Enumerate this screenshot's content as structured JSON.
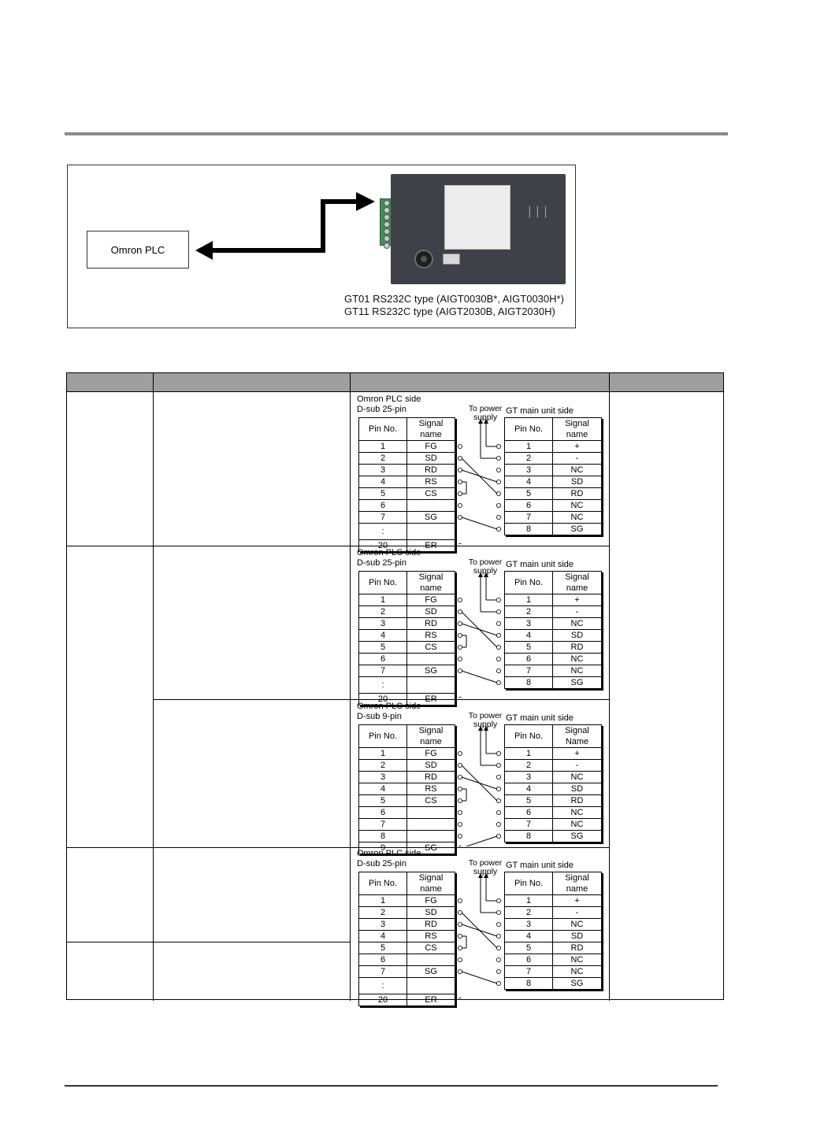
{
  "overview": {
    "plc_label": "Omron PLC",
    "caption_line1": "GT01 RS232C type (AIGT0030B*, AIGT0030H*)",
    "caption_line2": "GT11 RS232C type (AIGT2030B, AIGT2030H)"
  },
  "diagrams": [
    {
      "plc_title1": "Omron PLC side",
      "plc_title2": "D-sub 25-pin",
      "power_label1": "To power",
      "power_label2": "supply",
      "gt_title": "GT main unit side",
      "plc_header": [
        "Pin No.",
        "Signal name"
      ],
      "gt_header": [
        "Pin No.",
        "Signal name"
      ],
      "plc_rows": [
        [
          "1",
          "FG"
        ],
        [
          "2",
          "SD"
        ],
        [
          "3",
          "RD"
        ],
        [
          "4",
          "RS"
        ],
        [
          "5",
          "CS"
        ],
        [
          "6",
          ""
        ],
        [
          "7",
          "SG"
        ],
        [
          ":",
          ""
        ],
        [
          "20",
          "ER"
        ]
      ],
      "gt_rows": [
        [
          "1",
          "+"
        ],
        [
          "2",
          "-"
        ],
        [
          "3",
          "NC"
        ],
        [
          "4",
          "SD"
        ],
        [
          "5",
          "RD"
        ],
        [
          "6",
          "NC"
        ],
        [
          "7",
          "NC"
        ],
        [
          "8",
          "SG"
        ]
      ]
    },
    {
      "plc_title1": "Omron PLC side",
      "plc_title2": "D-sub 25-pin",
      "power_label1": "To power",
      "power_label2": "supply",
      "gt_title": "GT main unit side",
      "plc_header": [
        "Pin No.",
        "Signal name"
      ],
      "gt_header": [
        "Pin No.",
        "Signal name"
      ],
      "plc_rows": [
        [
          "1",
          "FG"
        ],
        [
          "2",
          "SD"
        ],
        [
          "3",
          "RD"
        ],
        [
          "4",
          "RS"
        ],
        [
          "5",
          "CS"
        ],
        [
          "6",
          ""
        ],
        [
          "7",
          "SG"
        ],
        [
          ":",
          ""
        ],
        [
          "20",
          "ER"
        ]
      ],
      "gt_rows": [
        [
          "1",
          "+"
        ],
        [
          "2",
          "-"
        ],
        [
          "3",
          "NC"
        ],
        [
          "4",
          "SD"
        ],
        [
          "5",
          "RD"
        ],
        [
          "6",
          "NC"
        ],
        [
          "7",
          "NC"
        ],
        [
          "8",
          "SG"
        ]
      ]
    },
    {
      "plc_title1": "Omron PLC side",
      "plc_title2": "D-sub 9-pin",
      "power_label1": "To power",
      "power_label2": "supply",
      "gt_title": "GT main unit side",
      "plc_header": [
        "Pin No.",
        "Signal name"
      ],
      "gt_header": [
        "Pin No.",
        "Signal Name"
      ],
      "plc_rows": [
        [
          "1",
          "FG"
        ],
        [
          "2",
          "SD"
        ],
        [
          "3",
          "RD"
        ],
        [
          "4",
          "RS"
        ],
        [
          "5",
          "CS"
        ],
        [
          "6",
          ""
        ],
        [
          "7",
          ""
        ],
        [
          "8",
          ""
        ],
        [
          "9",
          "SG"
        ]
      ],
      "gt_rows": [
        [
          "1",
          "+"
        ],
        [
          "2",
          "-"
        ],
        [
          "3",
          "NC"
        ],
        [
          "4",
          "SD"
        ],
        [
          "5",
          "RD"
        ],
        [
          "6",
          "NC"
        ],
        [
          "7",
          "NC"
        ],
        [
          "8",
          "SG"
        ]
      ]
    },
    {
      "plc_title1": "Omron PLC side",
      "plc_title2": "D-sub 25-pin",
      "power_label1": "To power",
      "power_label2": "supply",
      "gt_title": "GT main unit side",
      "plc_header": [
        "Pin No.",
        "Signal name"
      ],
      "gt_header": [
        "Pin No.",
        "Signal name"
      ],
      "plc_rows": [
        [
          "1",
          "FG"
        ],
        [
          "2",
          "SD"
        ],
        [
          "3",
          "RD"
        ],
        [
          "4",
          "RS"
        ],
        [
          "5",
          "CS"
        ],
        [
          "6",
          ""
        ],
        [
          "7",
          "SG"
        ],
        [
          ":",
          ""
        ],
        [
          "20",
          "ER"
        ]
      ],
      "gt_rows": [
        [
          "1",
          "+"
        ],
        [
          "2",
          "-"
        ],
        [
          "3",
          "NC"
        ],
        [
          "4",
          "SD"
        ],
        [
          "5",
          "RD"
        ],
        [
          "6",
          "NC"
        ],
        [
          "7",
          "NC"
        ],
        [
          "8",
          "SG"
        ]
      ]
    }
  ]
}
